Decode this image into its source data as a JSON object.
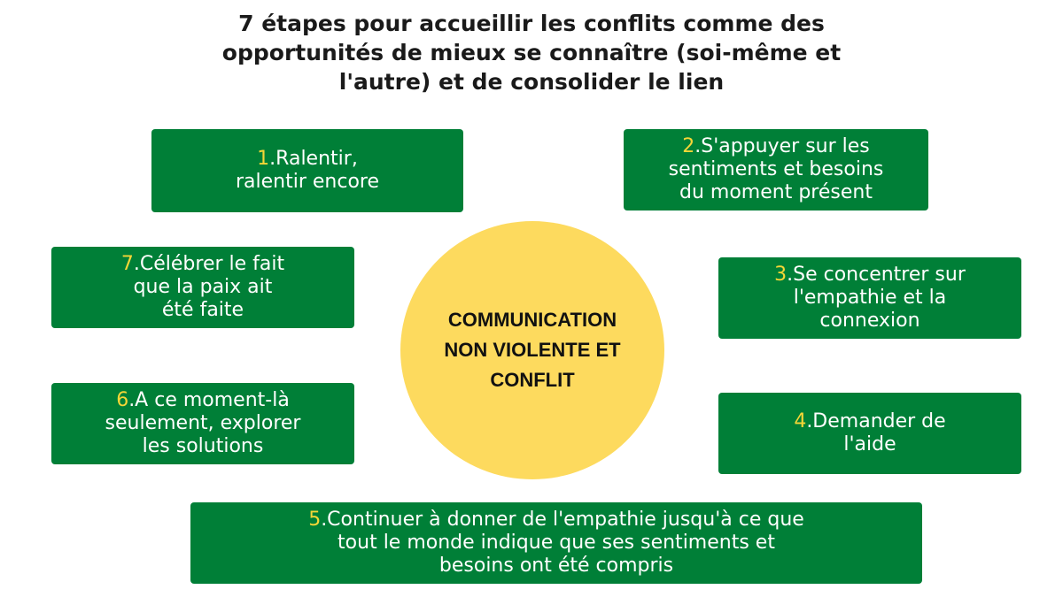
{
  "title": {
    "lines": [
      "7 étapes pour accueillir les conflits comme des",
      "opportunités de mieux se connaître (soi-même et",
      "l'autre) et de consolider le lien"
    ]
  },
  "center": {
    "lines": [
      "COMMUNICATION",
      "NON VIOLENTE ET",
      "CONFLIT"
    ],
    "color": "#fdda5e"
  },
  "colors": {
    "box": "#007f37",
    "number": "#f5d637",
    "text": "#ffffff"
  },
  "steps": [
    {
      "num": "1",
      "first": ".Ralentir,",
      "lines": [
        "ralentir encore"
      ]
    },
    {
      "num": "2",
      "first": ".S'appuyer sur les",
      "lines": [
        "sentiments et besoins",
        "du moment présent"
      ]
    },
    {
      "num": "3",
      "first": ".Se concentrer sur",
      "lines": [
        "l'empathie et la",
        "connexion"
      ]
    },
    {
      "num": "4",
      "first": ".Demander de",
      "lines": [
        "l'aide"
      ]
    },
    {
      "num": "5",
      "first": ".Continuer à donner de l'empathie jusqu'à ce que",
      "lines": [
        "tout le monde indique que ses sentiments et",
        "besoins ont été compris"
      ]
    },
    {
      "num": "6",
      "first": ".A ce moment-là",
      "lines": [
        "seulement, explorer",
        "les solutions"
      ]
    },
    {
      "num": "7",
      "first": ".Célébrer le fait",
      "lines": [
        "que la paix ait",
        "été faite"
      ]
    }
  ]
}
